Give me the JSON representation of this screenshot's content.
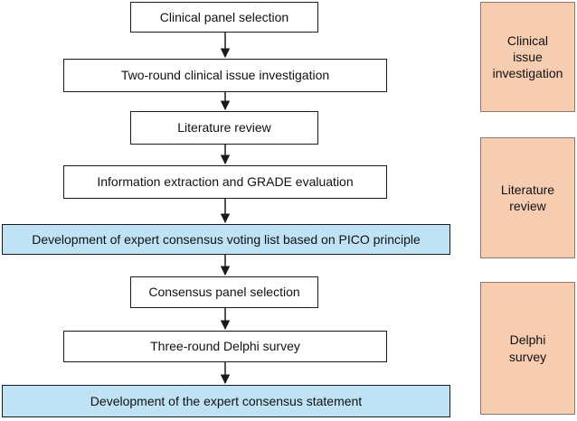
{
  "flow_steps": [
    {
      "label": "Clinical panel selection",
      "highlight": false
    },
    {
      "label": "Two-round clinical issue investigation",
      "highlight": false
    },
    {
      "label": "Literature review",
      "highlight": false
    },
    {
      "label": "Information extraction and GRADE evaluation",
      "highlight": false
    },
    {
      "label": "Development of expert consensus voting list based on PICO principle",
      "highlight": true
    },
    {
      "label": "Consensus panel selection",
      "highlight": false
    },
    {
      "label": "Three-round Delphi survey",
      "highlight": false
    },
    {
      "label": "Development of the expert consensus statement",
      "highlight": true
    }
  ],
  "phases": [
    {
      "label": "Clinical\nissue\ninvestigation"
    },
    {
      "label": "Literature\nreview"
    },
    {
      "label": "Delphi\nsurvey"
    }
  ],
  "colors": {
    "highlight_fill": "#bfe3f5",
    "phase_fill": "#f6cdb0",
    "border": "#1a1a1a"
  }
}
